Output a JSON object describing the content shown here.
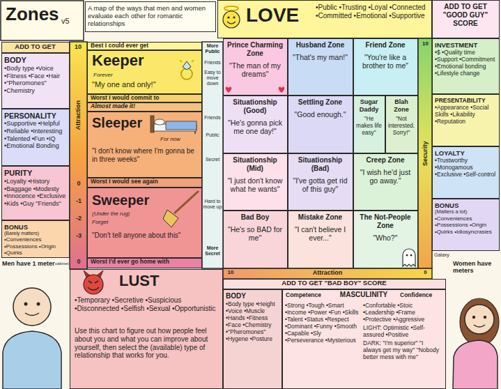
{
  "diagram": {
    "title": "Zones",
    "nodes": [
      {
        "text": [
          "A map of the ways that men and women evaluate each other for romantic relationships"
        ]
      },
      {
        "text": [
          "LOVE",
          "•Public •Trusting •Loyal •Connected •Committed •Emotional •Supportive"
        ]
      },
      {
        "text": [
          "ADD TO GET \"GOOD GUY\" SCORE"
        ]
      },
      {
        "text": [
          "ADD TO GET"
        ]
      },
      {
        "text": [
          "BODY",
          "•Body type •Voice •Fitness •Face •Hair •\"Pheromones\" •Chemistry"
        ]
      },
      {
        "text": [
          "PERSONALITY",
          "•Supportive •Helpful •Reliable •Interesting •Talented •Fun •IQ •Emotional Bonding"
        ]
      },
      {
        "text": [
          "PURITY",
          "•Loyalty •History •Baggage •Modesty •Innocence •Exclusive •Kids •Guy \"Friends\""
        ]
      },
      {
        "text": [
          "BONUS",
          "(Barely matters)",
          "•Conveniences •Possessions •Origin •Quirks"
        ]
      },
      {
        "text": [
          "Best I could ever get"
        ]
      },
      {
        "text": [
          "Keeper",
          "Forever",
          "\"My one and only!\""
        ]
      },
      {
        "text": [
          "Worst I would commit to"
        ]
      },
      {
        "text": [
          "Almost made it!"
        ]
      },
      {
        "text": [
          "Sleeper",
          "For now",
          "\"I don't know where I'm gonna be in three weeks\""
        ]
      },
      {
        "text": [
          "Worst I would see again"
        ]
      },
      {
        "text": [
          "Sweeper",
          "(Under the rug)",
          "Forget",
          "\"Don't tell anyone about this\""
        ]
      },
      {
        "text": [
          "Worst I'd ever go home with"
        ]
      },
      {
        "text": [
          "Prince Charming Zone",
          "\"The man of my dreams\""
        ]
      },
      {
        "text": [
          "Husband Zone",
          "\"That's my man!\""
        ]
      },
      {
        "text": [
          "Friend Zone",
          "\"You're like a brother to me\""
        ]
      },
      {
        "text": [
          "Situationship (Good)",
          "\"He's gonna pick me one day!\""
        ]
      },
      {
        "text": [
          "Settling Zone",
          "\"Good enough.\""
        ]
      },
      {
        "text": [
          "Sugar Daddy",
          "\"He makes life easy\""
        ]
      },
      {
        "text": [
          "Blah Zone",
          "\"Not interested. Sorry!\""
        ]
      },
      {
        "text": [
          "Situationship (Mid)",
          "\"I just don't know what he wants\""
        ]
      },
      {
        "text": [
          "Situationship (Bad)",
          "\"I've gotta get rid of this guy\""
        ]
      },
      {
        "text": [
          "Creep Zone",
          "\"I wish he'd just go away.\""
        ]
      },
      {
        "text": [
          "Bad Boy",
          "\"He's so BAD for me\""
        ]
      },
      {
        "text": [
          "Mistake Zone",
          "\"I can't believe I ever...\""
        ]
      },
      {
        "text": [
          "The Not-People Zone",
          "\"Who?\""
        ]
      },
      {
        "text": [
          "INVESTMENT",
          "•$ •Quality time •Support •Commitment •Emotional bonding •Lifestyle change"
        ]
      },
      {
        "text": [
          "PRESENTABILITY",
          "•Appearance •Social Skills •Likability •Reputation"
        ]
      },
      {
        "text": [
          "LOYALTY",
          "•Trustworthy •Monogamous •Exclusive •Self-control"
        ]
      },
      {
        "text": [
          "BONUS",
          "(Matters a lot)",
          "•Conveniences •Possessions •Origin •Quirks •Idiosyncrasies"
        ]
      },
      {
        "text": [
          "LUST",
          "•Temporary •Secretive •Suspicious •Disconnected •Selfish •Sexual •Opportunistic",
          "Use this chart to figure out how people feel about you and what you can improve about yourself, then select the (available) type of relationship that works for you."
        ]
      },
      {
        "text": [
          "ADD TO GET \"BAD BOY\" SCORE"
        ]
      },
      {
        "text": [
          "BODY",
          "•Body type •Height •Voice •Muscle •Hands •Fitness •Face •Chemistry •\"Pheromones\" •Hygene •Posture"
        ]
      },
      {
        "text": [
          "Competence",
          "MASCULINITY",
          "Confidence",
          "•Strong •Tough •Smart •Income •Power •Fun •Skills •Talent •Status •Respect •Dominant •Funny •Smooth •Capable •Sly •Perseverance •Mysterious",
          "•Confortable •Stoic •Leadership •Frame •Protective •Aggressive",
          "LIGHT: Optimistic •Self-assured •Positive",
          "DARK: \"I'm superior\" \"I always get my way\" \"Nobody better mess with me\""
        ]
      }
    ],
    "labels": [
      "v5",
      "10",
      "Attraction",
      "0",
      "-1",
      "-2",
      "-3",
      "0",
      "More Public",
      "Friends",
      "Easy to move down",
      "Friends",
      "Public",
      "Secret",
      "Hard to move up",
      "More Secret",
      "10",
      "Security",
      "10",
      "Attraction",
      "0",
      "Men have 1 meter",
      "cabinet",
      "Galaxy",
      "Women have meters"
    ]
  }
}
